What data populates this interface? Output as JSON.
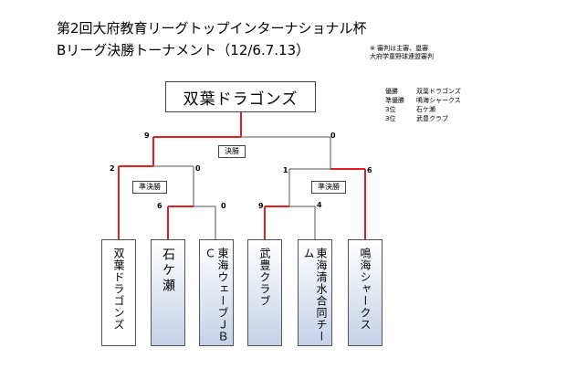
{
  "header": {
    "title_line1": "第2回大府教育リーグトップインターナショナル杯",
    "title_line2": "Bリーグ決勝トーナメント（12/6.7.13）"
  },
  "notes": {
    "line1": "※ 審判は主審、塁審",
    "line2": "大府学童野球連盟審判"
  },
  "rankings": [
    {
      "position": "優勝",
      "team": "双葉ドラゴンズ"
    },
    {
      "position": "準優勝",
      "team": "鳴海シャークス"
    },
    {
      "position": "3位",
      "team": "石ケ瀬"
    },
    {
      "position": "3位",
      "team": "武豊クラブ"
    }
  ],
  "champion": "双葉ドラゴンズ",
  "labels": {
    "final": "決勝",
    "semi_left": "準決勝",
    "semi_right": "準決勝"
  },
  "teams": [
    {
      "name": "双葉ドラゴンズ"
    },
    {
      "name": "石ケ瀬"
    },
    {
      "name": "東海ウェーブＪＢＣ"
    },
    {
      "name": "武豊クラブ"
    },
    {
      "name": "東海清水合同チーム"
    },
    {
      "name": "鳴海シャークス"
    }
  ],
  "scores": {
    "final_left": "9",
    "final_right": "0",
    "semi_left_a": "2",
    "semi_left_b": "0",
    "semi_right_a": "1",
    "semi_right_b": "6",
    "r1_left_a": "6",
    "r1_left_b": "0",
    "r1_right_a": "9",
    "r1_right_b": "4"
  },
  "colors": {
    "winner_line": "#e02020",
    "loser_line": "#555555",
    "team_shade": "#c5d1e6"
  }
}
